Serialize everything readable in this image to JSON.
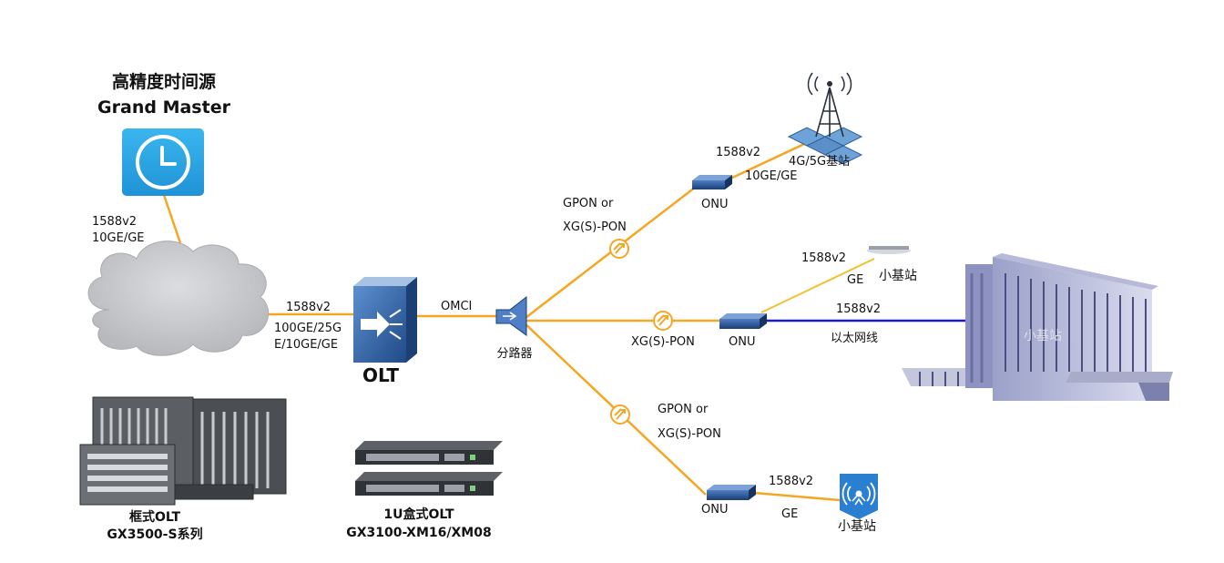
{
  "grand_master": {
    "title_cn": "高精度时间源",
    "title_en": "Grand Master"
  },
  "link_gm_cloud": {
    "protocol": "1588v2",
    "speed": "10GE/GE"
  },
  "link_cloud_olt": {
    "protocol": "1588v2",
    "speed_line1": "100GE/25G",
    "speed_line2": "E/10GE/GE"
  },
  "olt": {
    "label": "OLT"
  },
  "link_olt_splitter": {
    "label": "OMCI"
  },
  "splitter": {
    "label": "分路器"
  },
  "branch_top": {
    "pon_line1": "GPON or",
    "pon_line2": "XG(S)-PON",
    "onu_label": "ONU",
    "link_protocol": "1588v2",
    "link_speed": "10GE/GE",
    "station_label": "4G/5G基站"
  },
  "branch_middle": {
    "pon": "XG(S)-PON",
    "onu_label": "ONU",
    "small_link_protocol": "1588v2",
    "small_link_speed": "GE",
    "small_station_label": "小基站",
    "eth_protocol": "1588v2",
    "eth_label": "以太网线",
    "building_label": "小基站"
  },
  "branch_bottom": {
    "pon_line1": "GPON or",
    "pon_line2": "XG(S)-PON",
    "onu_label": "ONU",
    "link_protocol": "1588v2",
    "link_speed": "GE",
    "station_label": "小基站"
  },
  "products": {
    "chassis": {
      "line1": "框式OLT",
      "line2": "GX3500-S系列"
    },
    "box": {
      "line1": "1U盒式OLT",
      "line2": "GX3100-XM16/XM08"
    }
  },
  "colors": {
    "fiber": "#f5a623",
    "ethernet": "#1a1ad0",
    "gm_icon": "#27a9e6",
    "olt_icon": "#2e5fa0",
    "cloud": "#c9cbce"
  }
}
